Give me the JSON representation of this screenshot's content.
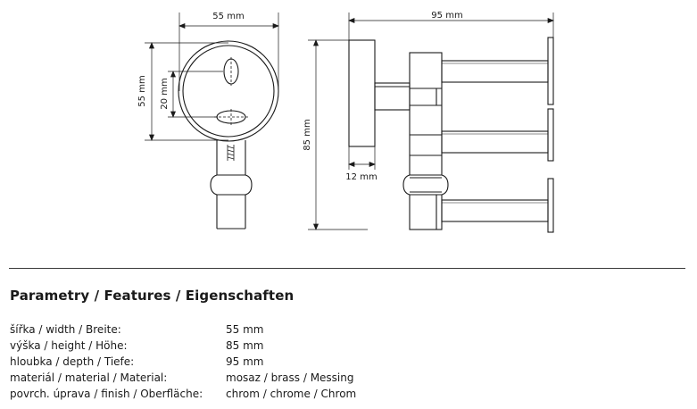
{
  "drawing": {
    "front_view": {
      "width_dim": "55 mm",
      "height_dim": "55 mm",
      "hole_spacing_dim": "20 mm"
    },
    "side_view": {
      "depth_dim": "95 mm",
      "height_dim": "85 mm",
      "plate_dim": "12 mm"
    }
  },
  "features": {
    "title": "Parametry / Features / Eigenschaften",
    "rows": [
      {
        "label": "šířka / width / Breite:",
        "value": "55 mm"
      },
      {
        "label": "výška / height / Höhe:",
        "value": "85 mm"
      },
      {
        "label": "hloubka / depth / Tiefe:",
        "value": "95 mm"
      },
      {
        "label": "materiál / material / Material:",
        "value": "mosaz / brass / Messing"
      },
      {
        "label": "povrch. úprava / finish / Oberfläche:",
        "value": "chrom / chrome / Chrom"
      }
    ]
  }
}
